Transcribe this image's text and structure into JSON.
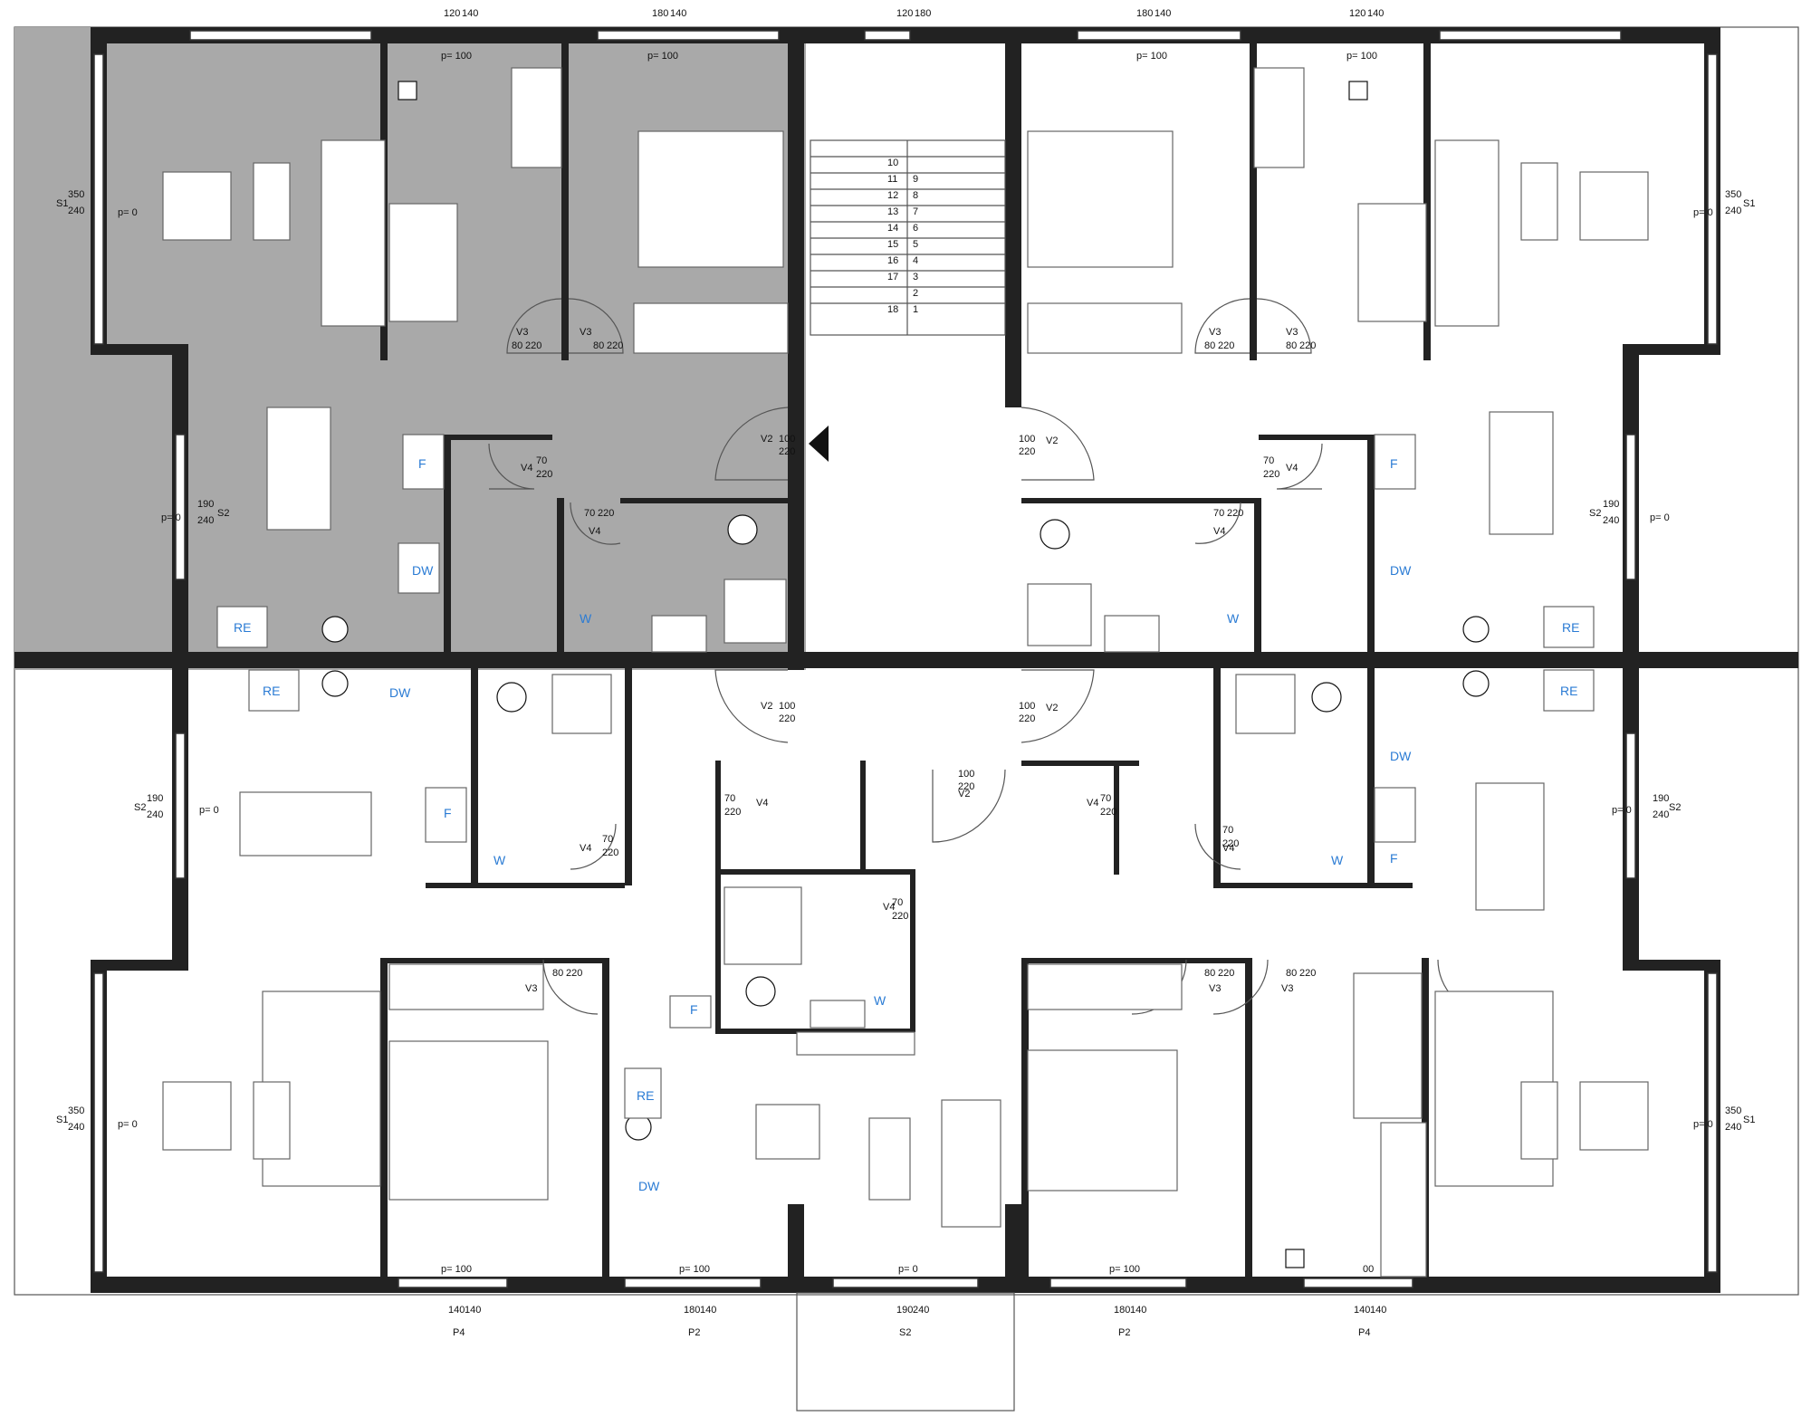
{
  "colors": {
    "highlight": "#a9a9a9",
    "wall": "#222222",
    "appliance_label": "#2a7bd4"
  },
  "doors": {
    "v2": "V2",
    "v3": "V3",
    "v4": "V4",
    "w100": "100",
    "w80": "80",
    "w70": "70",
    "h220": "220"
  },
  "windows": {
    "s1": "S1",
    "s2": "S2",
    "p2": "P2",
    "p4": "P4",
    "h350": "350",
    "h240": "240",
    "h190": "190",
    "h180": "180",
    "h140": "140",
    "h120": "120"
  },
  "parapets": {
    "p0": "p= 0",
    "p100": "p= 100",
    "p100_partial": "00"
  },
  "appliances": {
    "re": "RE",
    "dw": "DW",
    "f": "F",
    "w": "W"
  },
  "stairs": {
    "steps": [
      "1",
      "2",
      "3",
      "4",
      "5",
      "6",
      "7",
      "8",
      "9",
      "10",
      "11",
      "12",
      "13",
      "14",
      "15",
      "16",
      "17",
      "18"
    ]
  }
}
